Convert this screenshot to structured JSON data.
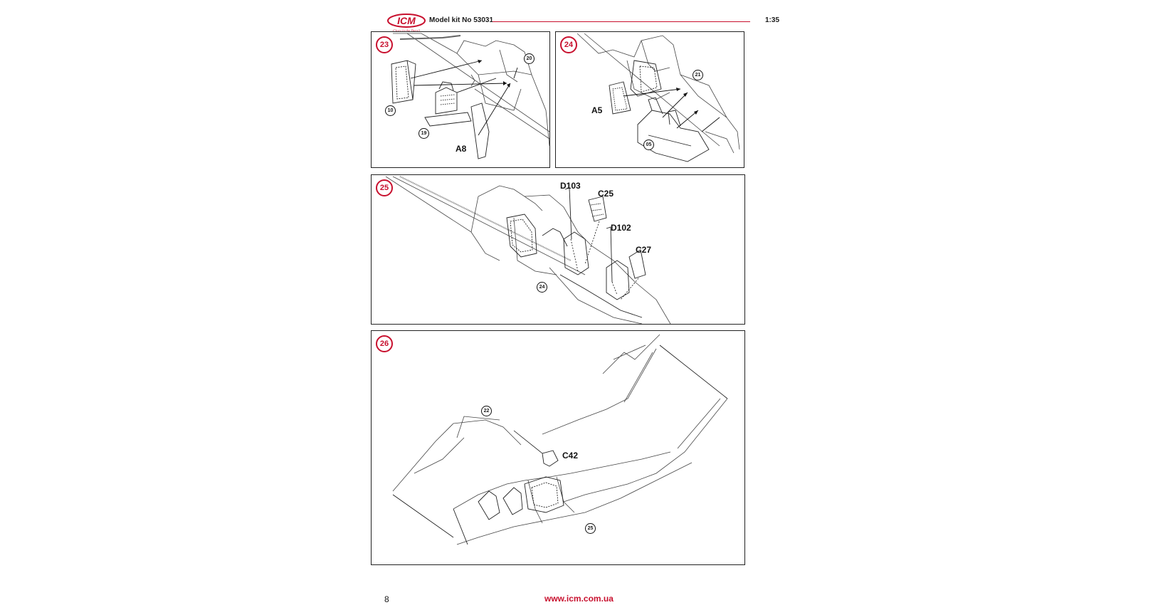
{
  "header": {
    "logo_text": "ICM",
    "logo_tagline": "Glory in the Detail",
    "kit_label": "Model kit No 53031",
    "scale": "1:35"
  },
  "steps": [
    {
      "number": "23",
      "parts": [
        "A8"
      ],
      "refs": [
        "10",
        "19",
        "20"
      ]
    },
    {
      "number": "24",
      "parts": [
        "A5"
      ],
      "refs": [
        "05",
        "21"
      ]
    },
    {
      "number": "25",
      "parts": [
        "D103",
        "C25",
        "D102",
        "C27"
      ],
      "refs": [
        "24"
      ]
    },
    {
      "number": "26",
      "parts": [
        "C42"
      ],
      "refs": [
        "22",
        "25"
      ]
    }
  ],
  "footer": {
    "page_number": "8",
    "website": "www.icm.com.ua"
  },
  "colors": {
    "accent": "#c8102e",
    "line": "#222222"
  }
}
